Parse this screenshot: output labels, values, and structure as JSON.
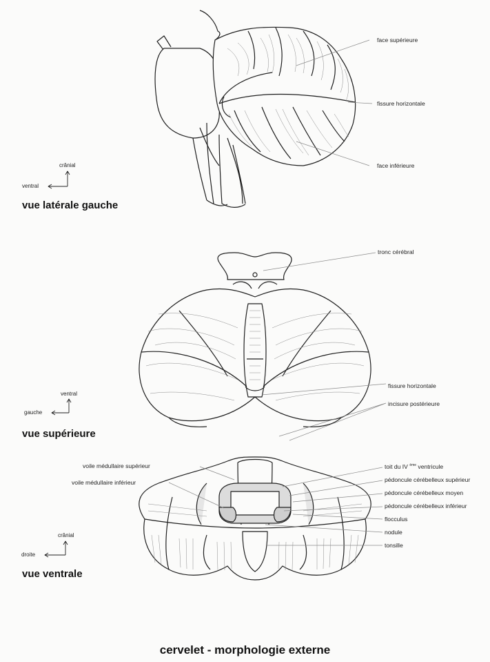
{
  "title": "cervelet - morphologie externe",
  "views": {
    "lateral": {
      "name": "vue latérale gauche",
      "axis_up": "crânial",
      "axis_left": "ventral",
      "labels": [
        "face supérieure",
        "fissure horizontale",
        "face inférieure"
      ]
    },
    "superior": {
      "name": "vue supérieure",
      "axis_up": "ventral",
      "axis_left": "gauche",
      "labels": [
        "tronc cérébral",
        "fissure horizontale",
        "incisure postérieure"
      ]
    },
    "ventral": {
      "name": "vue ventrale",
      "axis_up": "crânial",
      "axis_left": "droite",
      "labels_left": [
        "voile médullaire supérieur",
        "voile médullaire inférieur"
      ],
      "toit": {
        "pre": "toit du IV",
        "sup": "ème",
        "post": " ventricule"
      },
      "labels_right": [
        "pédoncule cérébelleux supérieur",
        "pédoncule cérébelleux moyen",
        "pédoncule cérébelleux inférieur",
        "flocculus",
        "nodule",
        "tonsille"
      ]
    }
  }
}
